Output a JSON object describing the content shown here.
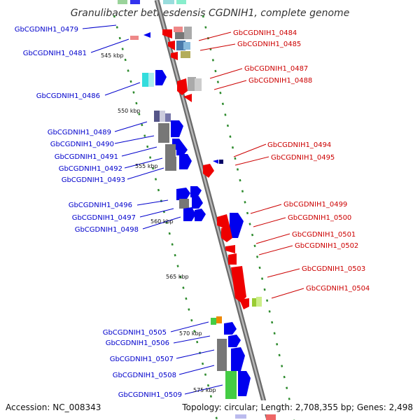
{
  "title": "Granulibacter bethesdensis CGDNIH1, complete genome",
  "footer": {
    "accession": "Accession: NC_008343",
    "summary": "Topology: circular; Length: 2,708,355 bp; Genes: 2,498"
  },
  "ticks": [
    "545 kbp",
    "550 kbp",
    "555 kbp",
    "560 kbp",
    "565 kbp",
    "570 kbp",
    "575 kbp"
  ],
  "genes_left": [
    "GbCGDNIH1_0479",
    "GbCGDNIH1_0481",
    "GbCGDNIH1_0486",
    "GbCGDNIH1_0489",
    "GbCGDNIH1_0490",
    "GbCGDNIH1_0491",
    "GbCGDNIH1_0492",
    "GbCGDNIH1_0493",
    "GbCGDNIH1_0496",
    "GbCGDNIH1_0497",
    "GbCGDNIH1_0498",
    "GbCGDNIH1_0505",
    "GbCGDNIH1_0506",
    "GbCGDNIH1_0507",
    "GbCGDNIH1_0508",
    "GbCGDNIH1_0509"
  ],
  "genes_right": [
    "GbCGDNIH1_0484",
    "GbCGDNIH1_0485",
    "GbCGDNIH1_0487",
    "GbCGDNIH1_0488",
    "GbCGDNIH1_0494",
    "GbCGDNIH1_0495",
    "GbCGDNIH1_0499",
    "GbCGDNIH1_0500",
    "GbCGDNIH1_0501",
    "GbCGDNIH1_0502",
    "GbCGDNIH1_0503",
    "GbCGDNIH1_0504"
  ],
  "colors": {
    "forward": "#0000ee",
    "reverse": "#ee0000",
    "backbone": "#8c8c8c",
    "ruler": "#2e8b2e",
    "gray": "#777777",
    "green": "#44cc44",
    "cyan": "#33dddd"
  }
}
